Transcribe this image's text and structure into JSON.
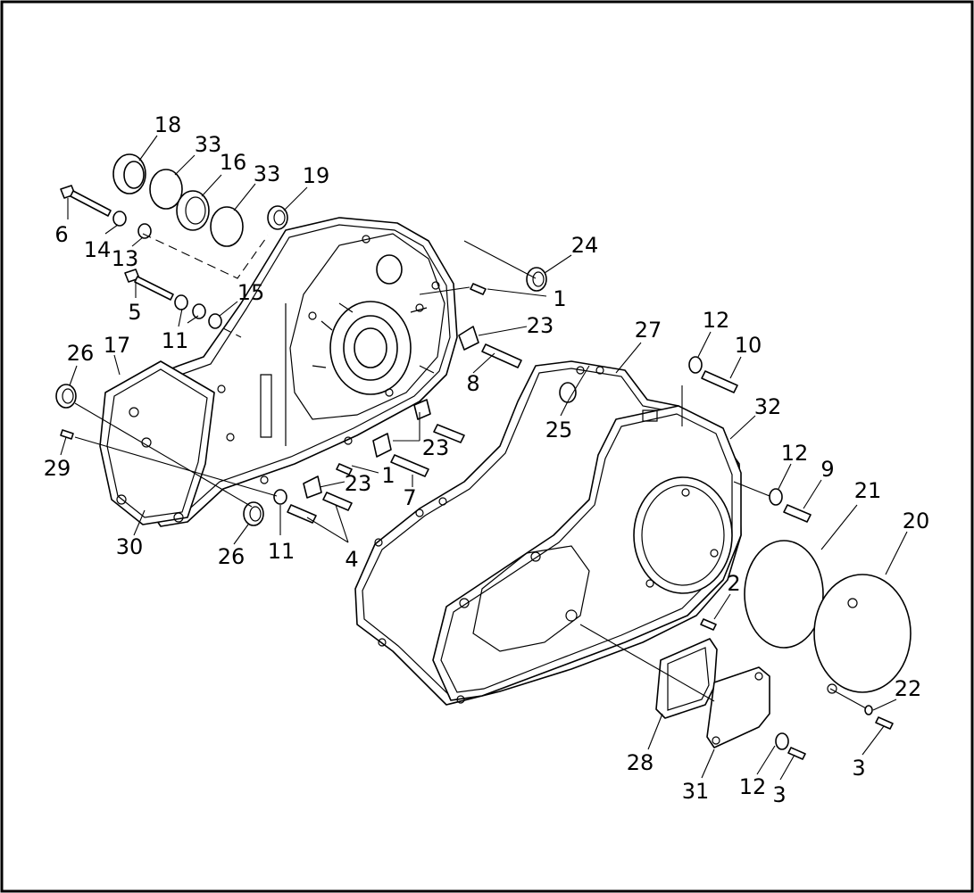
{
  "callouts": [
    {
      "label": "18"
    },
    {
      "label": "33"
    },
    {
      "label": "16"
    },
    {
      "label": "33"
    },
    {
      "label": "19"
    },
    {
      "label": "6"
    },
    {
      "label": "14"
    },
    {
      "label": "13"
    },
    {
      "label": "24"
    },
    {
      "label": "1"
    },
    {
      "label": "5"
    },
    {
      "label": "15"
    },
    {
      "label": "11"
    },
    {
      "label": "23"
    },
    {
      "label": "27"
    },
    {
      "label": "12"
    },
    {
      "label": "10"
    },
    {
      "label": "26"
    },
    {
      "label": "17"
    },
    {
      "label": "8"
    },
    {
      "label": "25"
    },
    {
      "label": "32"
    },
    {
      "label": "23"
    },
    {
      "label": "29"
    },
    {
      "label": "1"
    },
    {
      "label": "23"
    },
    {
      "label": "7"
    },
    {
      "label": "12"
    },
    {
      "label": "9"
    },
    {
      "label": "21"
    },
    {
      "label": "20"
    },
    {
      "label": "30"
    },
    {
      "label": "26"
    },
    {
      "label": "11"
    },
    {
      "label": "4"
    },
    {
      "label": "2"
    },
    {
      "label": "22"
    },
    {
      "label": "28"
    },
    {
      "label": "31"
    },
    {
      "label": "12"
    },
    {
      "label": "3"
    },
    {
      "label": "3"
    }
  ]
}
